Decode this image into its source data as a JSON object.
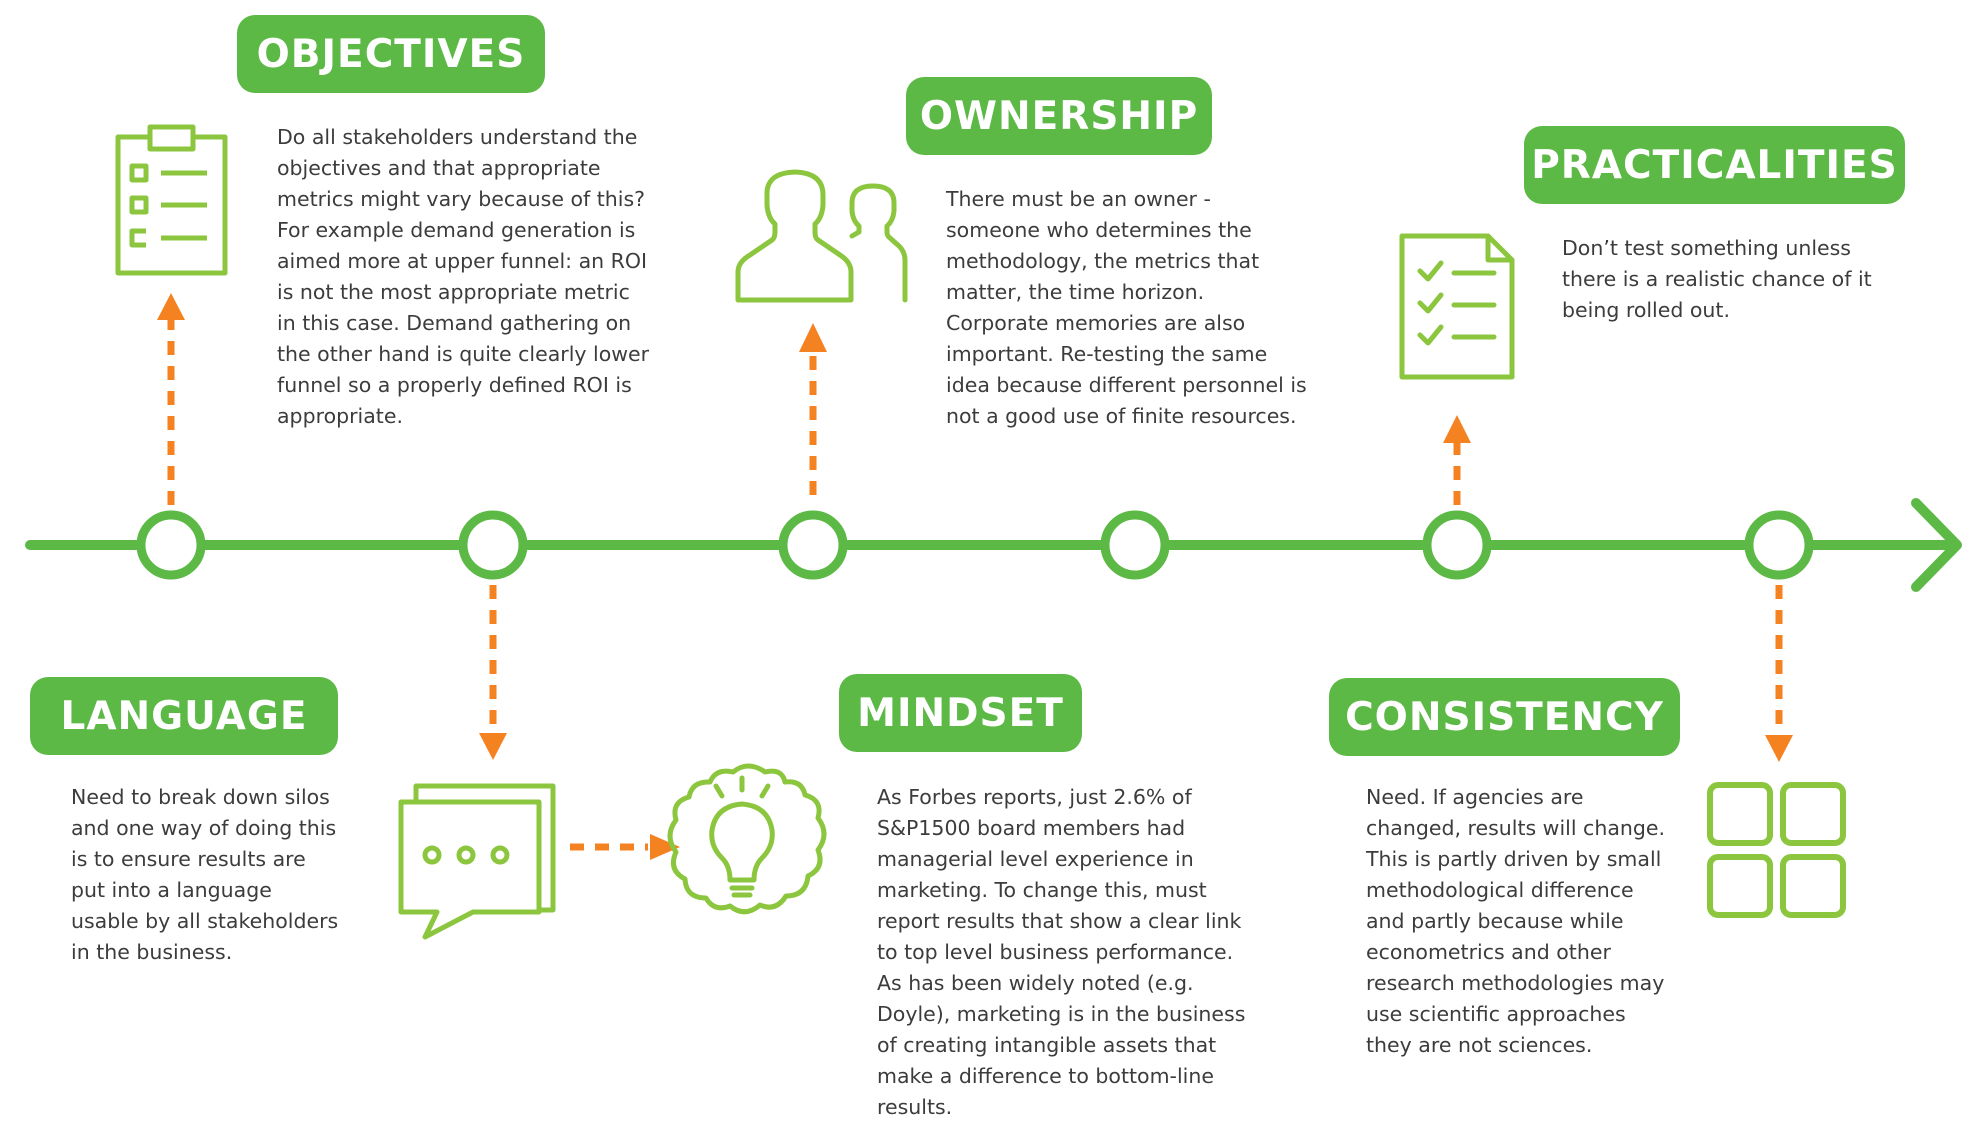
{
  "colors": {
    "green": "#5cb946",
    "icon_green": "#8cc63f",
    "orange": "#f58220",
    "text": "#3c3c3c"
  },
  "items": {
    "objectives": {
      "title": "OBJECTIVES",
      "icon": "clipboard-list-icon",
      "text": "Do all stakeholders understand the\nobjectives and that appropriate\nmetrics might vary because of this?\nFor example demand generation is\naimed more at upper funnel: an ROI\nis not the most appropriate metric\nin this case. Demand gathering on\nthe other hand is quite clearly lower\nfunnel so a properly defined ROI is\nappropriate."
    },
    "ownership": {
      "title": "OWNERSHIP",
      "icon": "people-icon",
      "text": "There must be an owner -\nsomeone who determines the\nmethodology, the metrics that\nmatter, the time horizon.\nCorporate memories are also\nimportant. Re-testing the same\nidea because different personnel is\nnot a good use of finite resources."
    },
    "practicalities": {
      "title": "PRACTICALITIES",
      "icon": "checklist-document-icon",
      "text": "Don’t test something unless\nthere is a realistic chance of it\nbeing rolled out."
    },
    "language": {
      "title": "LANGUAGE",
      "icon": "chat-bubbles-icon",
      "text": "Need to break down silos\nand one way of doing this\nis to ensure results are\nput into a language\nusable by all stakeholders\nin the business."
    },
    "mindset": {
      "title": "MINDSET",
      "icon": "lightbulb-brain-icon",
      "text": "As Forbes reports, just 2.6% of\nS&P1500 board members had\nmanagerial level experience in\nmarketing. To change this, must\nreport results that show a clear link\nto top level business performance.\nAs has been widely noted (e.g.\nDoyle), marketing is in the business\nof creating intangible assets that\nmake a difference to bottom-line\nresults."
    },
    "consistency": {
      "title": "CONSISTENCY",
      "icon": "grid-squares-icon",
      "text": "Need. If agencies are\nchanged, results will change.\nThis is partly driven by small\nmethodological difference\nand partly because while\neconometrics and other\nresearch methodologies may\nuse scientific approaches\nthey are not sciences."
    }
  }
}
